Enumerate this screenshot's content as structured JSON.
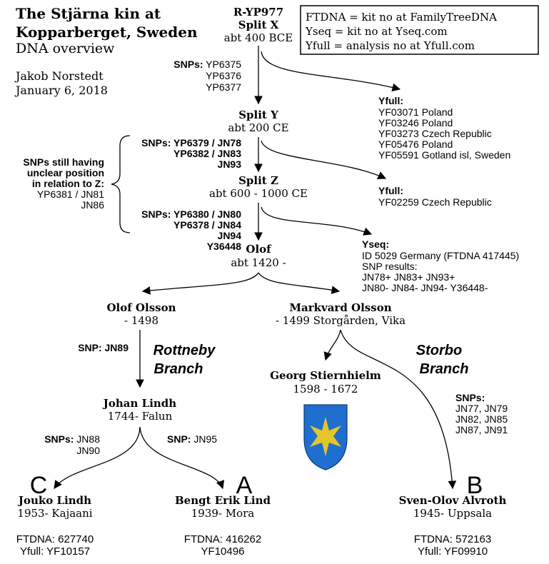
{
  "title": {
    "line1": "The Stjärna kin at",
    "line2": "Kopparberget, Sweden",
    "subtitle": "DNA overview"
  },
  "author": {
    "name": "Jakob Norstedt",
    "date": "January 6, 2018"
  },
  "legend": [
    "FTDNA = kit no at FamilyTreeDNA",
    "Yseq = kit no at Yseq.com",
    "Yfull = analysis no at Yfull.com"
  ],
  "nodes": {
    "root": {
      "name1": "R-YP977",
      "name2": "Split X",
      "date": "abt 400 BCE"
    },
    "split_y": {
      "name": "Split Y",
      "date": "abt 200 CE"
    },
    "split_z": {
      "name": "Split Z",
      "date": "abt 600 - 1000 CE"
    },
    "olof": {
      "name": "Olof",
      "date": "abt 1420  -"
    },
    "olof_olsson": {
      "name": "Olof Olsson",
      "date": "- 1498"
    },
    "markvard": {
      "name": "Markvard Olsson",
      "date": "- 1499 Storgården, Vika"
    },
    "georg": {
      "name": "Georg Stiernhielm",
      "date": "1598 - 1672"
    },
    "johan": {
      "name": "Johan Lindh",
      "date": "1744- Falun"
    },
    "jouko": {
      "name": "Jouko Lindh",
      "date": "1953- Kajaani",
      "letter": "C",
      "ftdna": "FTDNA: 627740",
      "yfull": "Yfull: YF10157"
    },
    "bengt": {
      "name": "Bengt Erik Lind",
      "date": "1939- Mora",
      "letter": "A",
      "ftdna": "FTDNA: 416262",
      "yfull": "YF10496"
    },
    "sven": {
      "name": "Sven-Olov Alvroth",
      "date": "1945- Uppsala",
      "letter": "B",
      "ftdna": "FTDNA: 572163",
      "yfull": "Yfull: YF09910"
    }
  },
  "snps": {
    "x_to_y": {
      "label": "SNPs:",
      "lines": [
        " YP6375",
        "YP6376",
        "YP6377"
      ]
    },
    "y_to_z": {
      "lines": [
        "SNPs: YP6379 / JN78",
        "YP6382 / JN83",
        "JN93"
      ]
    },
    "z_to_olof": {
      "lines": [
        "SNPs: YP6380 / JN80",
        "YP6378 / JN84",
        "JN94",
        "Y36448"
      ]
    },
    "unclear": {
      "lines": [
        "SNPs still having",
        "unclear position",
        "in relation to Z:",
        "YP6381 / JN81",
        "JN86"
      ]
    },
    "olof_to_johan": {
      "label": "SNP: JN89"
    },
    "johan_to_jouko": {
      "label": "SNPs:",
      "lines": [
        " JN88",
        "JN90"
      ]
    },
    "johan_to_bengt": {
      "label": "SNP:",
      "value": " JN95"
    },
    "markvard_to_sven": {
      "label": "SNPs:",
      "lines": [
        "JN77, JN79",
        "JN82, JN85",
        "JN87, JN91"
      ]
    }
  },
  "yfull_x": {
    "label": "Yfull:",
    "lines": [
      "YF03071 Poland",
      "YF03246 Poland",
      "YF03273 Czech Republic",
      "YF05476 Poland",
      "YF05591 Gotland isl, Sweden"
    ]
  },
  "yfull_y": {
    "label": "Yfull:",
    "lines": [
      "YF02259 Czech Republic"
    ]
  },
  "yseq_z": {
    "label": "Yseq:",
    "lines": [
      "ID 5029 Germany (FTDNA 417445)",
      "SNP results:",
      "JN78+ JN83+ JN93+",
      "JN80- JN84- JN94- Y36448-"
    ]
  },
  "branches": {
    "rottneby": [
      "Rottneby",
      "Branch"
    ],
    "storbo": [
      "Storbo",
      "Branch"
    ]
  },
  "colors": {
    "shield_blue": "#1f6fd0",
    "star_yellow": "#e4c62a"
  },
  "icons": {
    "coat_of_arms": "stiernhielm-shield-icon"
  }
}
